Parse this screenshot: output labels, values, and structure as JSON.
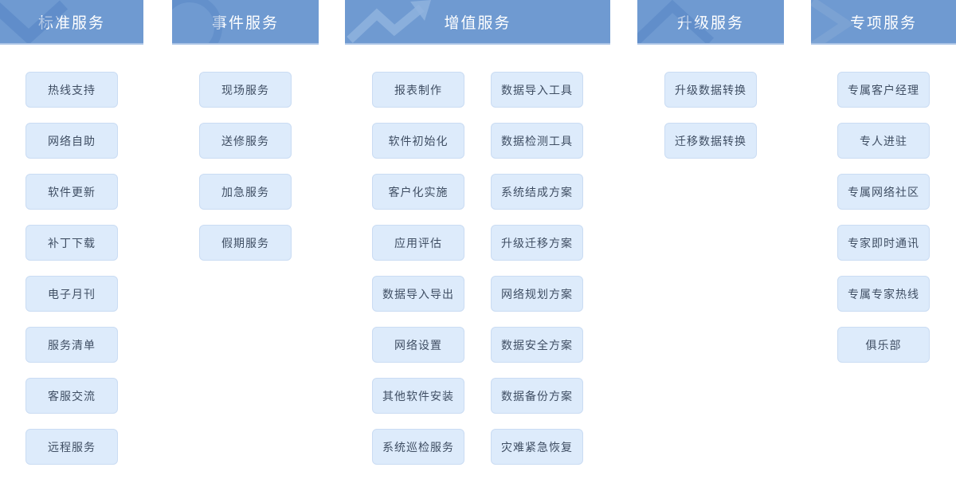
{
  "colors": {
    "header_bg": "#6f9ad1",
    "header_text": "#ffffff",
    "button_bg": "#ddebfb",
    "button_border": "#cadcf3",
    "button_text": "#3f4e63",
    "watermark_dark": "#4d7ec0",
    "watermark_light": "#8fb3de"
  },
  "columns": [
    {
      "title": "标准服务",
      "icon": "chevron-down-icon",
      "groups": [
        [
          "热线支持",
          "网络自助",
          "软件更新",
          "补丁下载",
          "电子月刊",
          "服务清单",
          "客服交流",
          "远程服务"
        ]
      ]
    },
    {
      "title": "事件服务",
      "icon": "circle-icon",
      "groups": [
        [
          "现场服务",
          "送修服务",
          "加急服务",
          "假期服务"
        ]
      ]
    },
    {
      "title": "增值服务",
      "icon": "trend-up-arrow-icon",
      "groups": [
        [
          "报表制作",
          "软件初始化",
          "客户化实施",
          "应用评估",
          "数据导入导出",
          "网络设置",
          "其他软件安装",
          "系统巡检服务"
        ],
        [
          "数据导入工具",
          "数据检测工具",
          "系统结成方案",
          "升级迁移方案",
          "网络规划方案",
          "数据安全方案",
          "数据备份方案",
          "灾难紧急恢复"
        ]
      ]
    },
    {
      "title": "升级服务",
      "icon": "chevron-up-icon",
      "groups": [
        [
          "升级数据转换",
          "迁移数据转换"
        ]
      ]
    },
    {
      "title": "专项服务",
      "icon": "chevron-right-icon",
      "groups": [
        [
          "专属客户经理",
          "专人进驻",
          "专属网络社区",
          "专家即时通讯",
          "专属专家热线",
          "俱乐部"
        ]
      ]
    }
  ]
}
